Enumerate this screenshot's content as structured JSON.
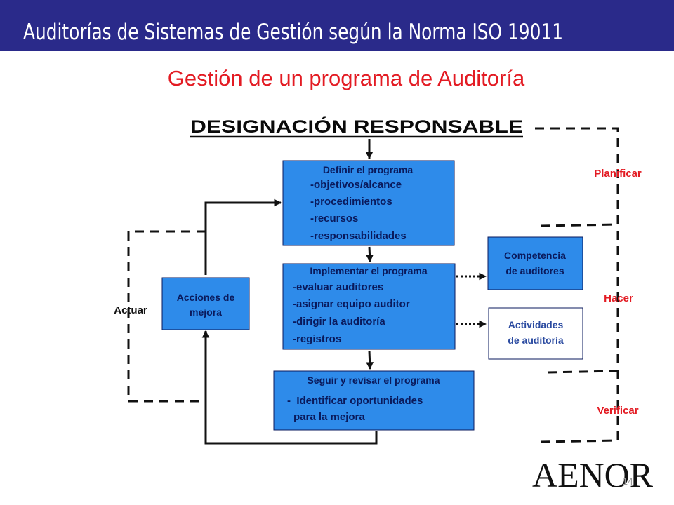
{
  "header": {
    "title": "Auditorías de Sistemas de Gestión según la Norma ISO 19011"
  },
  "slide": {
    "title": "Gestión de un programa de Auditoría",
    "top_heading": "DESIGNACIÓN RESPONSABLE",
    "page_number": "14",
    "logo": "AENOR"
  },
  "colors": {
    "header_bg": "#2a2a8a",
    "title_red": "#e31b23",
    "box_blue": "#2e8bea",
    "text_navy": "#0a1a5c",
    "phase_red": "#e31b23"
  },
  "boxes": {
    "definir": {
      "title": "Definir el programa",
      "items": [
        "-objetivos/alcance",
        "-procedimientos",
        "-recursos",
        "-responsabilidades"
      ]
    },
    "implementar": {
      "title": "Implementar el programa",
      "items": [
        "-evaluar auditores",
        "-asignar equipo auditor",
        "-dirigir la auditoría",
        "-registros"
      ]
    },
    "seguir": {
      "title": "Seguir y revisar el programa",
      "items": [
        "-  Identificar oportunidades",
        "para la mejora"
      ]
    },
    "acciones": {
      "lines": [
        "Acciones de",
        "mejora"
      ]
    },
    "competencia": {
      "lines": [
        "Competencia",
        "de auditores"
      ]
    },
    "actividades": {
      "lines": [
        "Actividades",
        "de auditoría"
      ]
    }
  },
  "phases": {
    "planificar": "Planificar",
    "hacer": "Hacer",
    "verificar": "Verificar",
    "actuar": "Actuar"
  }
}
